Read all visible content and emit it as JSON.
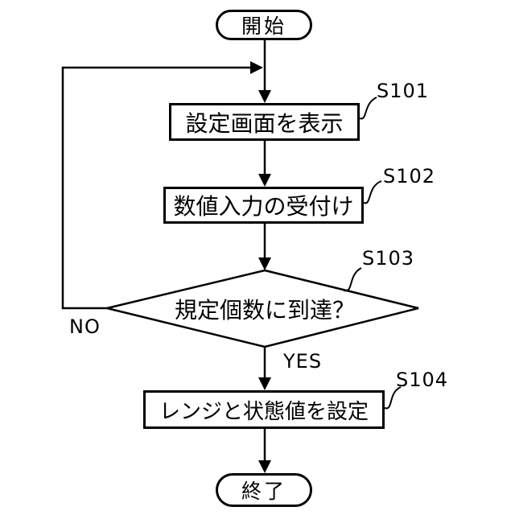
{
  "figure": {
    "background": "#ffffff",
    "line_color": "#000000",
    "type": "flowchart"
  },
  "flowchart": {
    "start_label": "開始",
    "end_label": "終了",
    "no_label": "NO",
    "yes_label": "YES",
    "steps": [
      {
        "id": "S101",
        "label": "設定画面を表示",
        "type": "process"
      },
      {
        "id": "S102",
        "label": "数値入力の受付け",
        "type": "process"
      },
      {
        "id": "S103",
        "label": "規定個数に到達？",
        "type": "decision"
      },
      {
        "id": "S104",
        "label": "レンジと状態値を設定",
        "type": "process"
      }
    ]
  }
}
